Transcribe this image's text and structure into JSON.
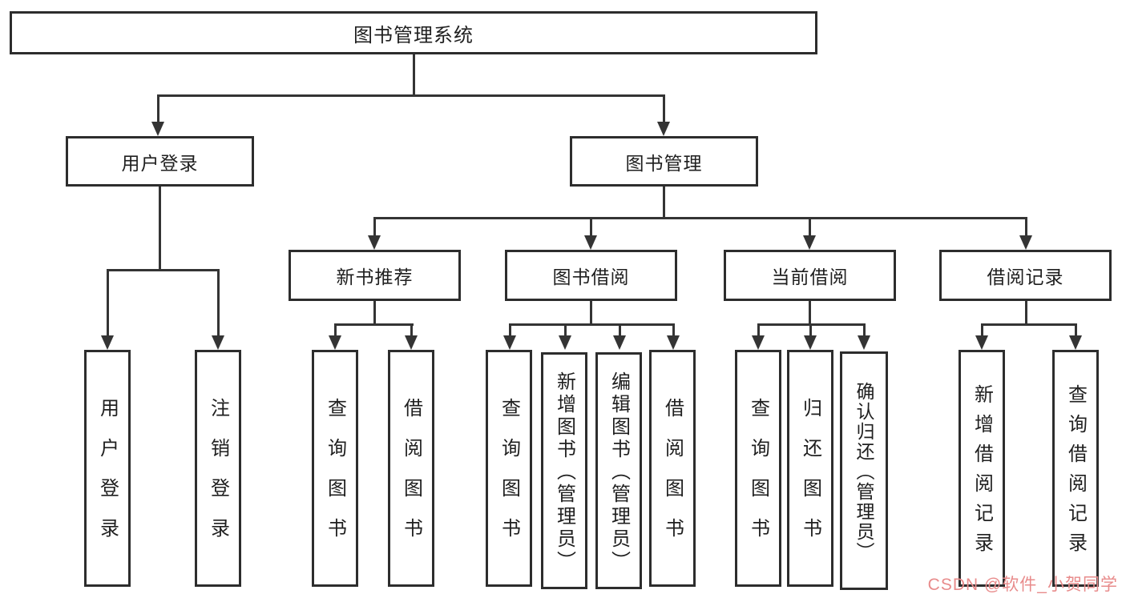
{
  "tree": {
    "label": "图书管理系统",
    "children": [
      {
        "label": "用户登录",
        "children": [
          {
            "label": "用户登录"
          },
          {
            "label": "注销登录"
          }
        ]
      },
      {
        "label": "图书管理",
        "children": [
          {
            "label": "新书推荐",
            "children": [
              {
                "label": "查询图书"
              },
              {
                "label": "借阅图书"
              }
            ]
          },
          {
            "label": "图书借阅",
            "children": [
              {
                "label": "查询图书"
              },
              {
                "label": "新增图书（管理员）"
              },
              {
                "label": "编辑图书（管理员）"
              },
              {
                "label": "借阅图书"
              }
            ]
          },
          {
            "label": "当前借阅",
            "children": [
              {
                "label": "查询图书"
              },
              {
                "label": "归还图书"
              },
              {
                "label": "确认归还（管理员）"
              }
            ]
          },
          {
            "label": "借阅记录",
            "children": [
              {
                "label": "新增借阅记录"
              },
              {
                "label": "查询借阅记录"
              }
            ]
          }
        ]
      }
    ]
  },
  "watermark": {
    "text": "CSDN @软件_小贺同学",
    "color": "#e88b8b"
  },
  "colors": {
    "line": "#343434",
    "border": "#2d2d2d",
    "text": "#1f1f1f",
    "background": "#ffffff"
  }
}
